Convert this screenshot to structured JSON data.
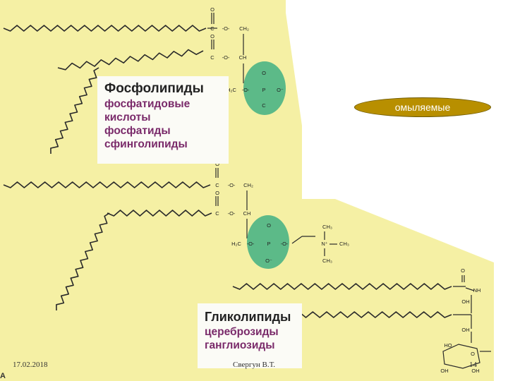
{
  "diagram": {
    "phospholipids": {
      "title": "Фосфолипиды",
      "items": [
        "фосфатидовые",
        "кислоты",
        "фосфатиды",
        "сфинголипиды"
      ]
    },
    "glycolipids": {
      "title": "Гликолипиды",
      "items": [
        "цереброзиды",
        "ганглиозиды"
      ]
    },
    "badge": "омыляемые",
    "chem_labels": {
      "o": "O",
      "c": "C",
      "ch2": "CH₂",
      "ch": "CH",
      "h2c": "H₂C",
      "p": "P",
      "o_minus": "O⁻",
      "ch3": "CH₃",
      "n_plus": "N⁺",
      "nh": "NH",
      "oh": "OH",
      "ho": "HO",
      "dash_o": "-O-"
    },
    "colors": {
      "background_yellow": "#f5f0a4",
      "phosphate_green": "#5cba88",
      "badge_gold": "#b88f00",
      "chain_stroke": "#2a2a2a"
    }
  },
  "footer": {
    "date": "17.02.2018",
    "author": "Свергун В.Т.",
    "page": "14"
  },
  "corner_mark": "А"
}
